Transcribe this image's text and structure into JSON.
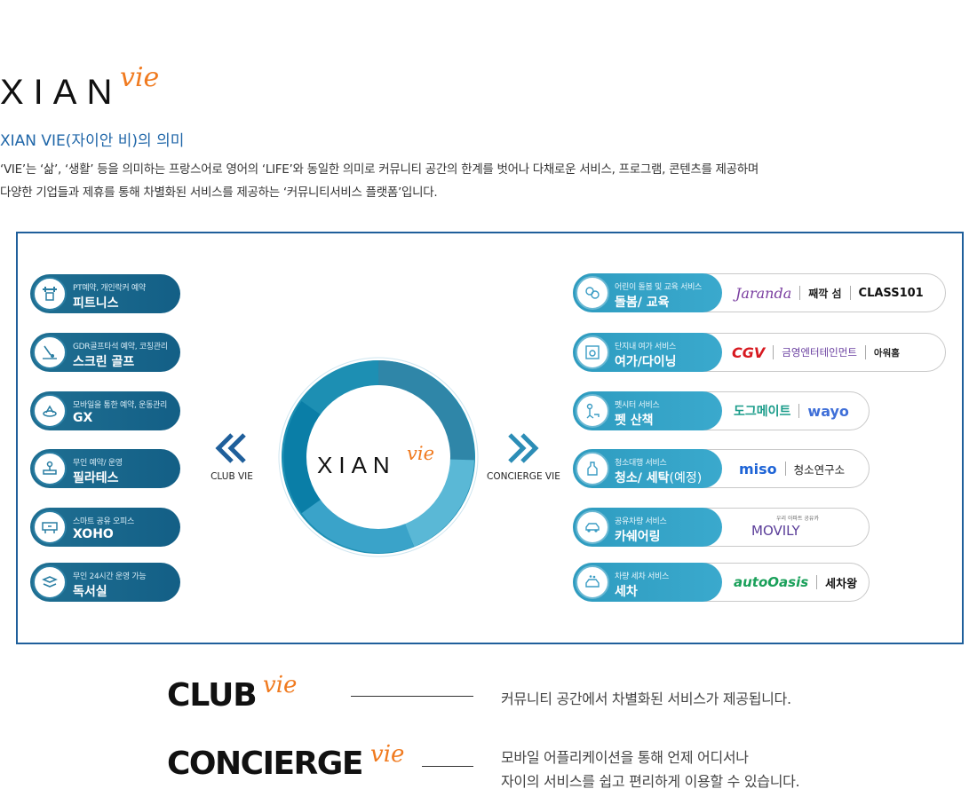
{
  "brand": {
    "xian": "XIAN",
    "vie": "vie"
  },
  "intro": {
    "title": "XIAN VIE(자이안 비)의 의미",
    "line1": "‘VIE’는 ‘삶’, ‘생활’ 등을 의미하는 프랑스어로 영어의 ‘LIFE’와 동일한 의미로 커뮤니티 공간의 한계를 벗어나 다채로운 서비스, 프로그램, 콘텐츠를 제공하며",
    "line2": "다양한 기업들과 제휴를 통해 차별화된 서비스를 제공하는 ‘커뮤니티서비스 플랫폼’입니다."
  },
  "diagram": {
    "club_label": "CLUB VIE",
    "concierge_label": "CONCIERGE VIE",
    "center": {
      "xian": "XIAN",
      "vie": "vie"
    },
    "club_items": [
      {
        "small": "PT예약, 개인락커 예약",
        "big": "피트니스",
        "icon": "fitness-icon"
      },
      {
        "small": "GDR골프타석 예약, 코칭관리",
        "big": "스크린 골프",
        "icon": "golf-icon"
      },
      {
        "small": "모바일을 통한 예약, 운동관리",
        "big": "GX",
        "icon": "gx-icon"
      },
      {
        "small": "무인 예약/ 운영",
        "big": "필라테스",
        "icon": "pilates-icon"
      },
      {
        "small": "스마트 공유 오피스",
        "big": "XOHO",
        "icon": "office-icon"
      },
      {
        "small": "무인 24시간 운영 가능",
        "big": "독서실",
        "icon": "reading-room-icon"
      }
    ],
    "concierge_items": [
      {
        "small": "어린이 돌봄 및 교육 서비스",
        "big": "돌봄/ 교육",
        "big_suffix": "",
        "icon": "kids-icon",
        "brands": [
          "Jaranda",
          "째깍 섬",
          "CLASS101"
        ]
      },
      {
        "small": "단지내 여가 서비스",
        "big": "여가/다이닝",
        "big_suffix": "",
        "icon": "leisure-icon",
        "brands": [
          "CGV",
          "금영엔터테인먼트",
          "아워홈"
        ]
      },
      {
        "small": "펫시터 서비스",
        "big": "펫 산책",
        "big_suffix": "",
        "icon": "pet-icon",
        "brands": [
          "도그메이트",
          "wayo"
        ]
      },
      {
        "small": "청소대행 서비스",
        "big": "청소/ 세탁",
        "big_suffix": "(예정)",
        "icon": "cleaning-icon",
        "brands": [
          "miso",
          "청소연구소"
        ]
      },
      {
        "small": "공유차량 서비스",
        "big": "카쉐어링",
        "big_suffix": "",
        "icon": "car-share-icon",
        "brands": [
          "우리 아파트 공유카",
          "MOVILY"
        ]
      },
      {
        "small": "차량 세차 서비스",
        "big": "세차",
        "big_suffix": "",
        "icon": "car-wash-icon",
        "brands": [
          "autoOasis",
          "세차왕"
        ]
      }
    ]
  },
  "legend": {
    "club": {
      "word": "CLUB",
      "vie": "vie",
      "text": "커뮤니티 공간에서 차별화된 서비스가 제공됩니다."
    },
    "concierge": {
      "word": "CONCIERGE",
      "vie": "vie",
      "text1": "모바일 어플리케이션을 통해 언제 어디서나",
      "text2": "자이의 서비스를 쉽고 편리하게 이용할 수 있습니다."
    }
  },
  "colors": {
    "accent_orange": "#f07a1f",
    "navy": "#1f5f9b",
    "club_pill": "#135f86",
    "concierge_pill": "#3aa9cd"
  }
}
